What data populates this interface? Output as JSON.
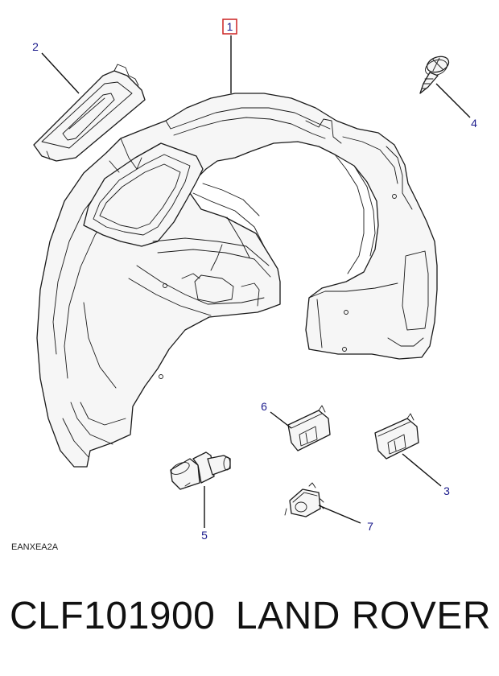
{
  "diagram": {
    "callouts": [
      {
        "id": "1",
        "label": "1",
        "highlighted": true
      },
      {
        "id": "2",
        "label": "2"
      },
      {
        "id": "3",
        "label": "3"
      },
      {
        "id": "4",
        "label": "4"
      },
      {
        "id": "5",
        "label": "5"
      },
      {
        "id": "6",
        "label": "6"
      },
      {
        "id": "7",
        "label": "7"
      }
    ],
    "reference_code": "EANXEA2A",
    "colors": {
      "callout_text": "#1a1a8c",
      "highlight_box": "#cc2222",
      "line": "#1a1a1a"
    }
  },
  "caption": {
    "part_number": "CLF101900",
    "brand": "LAND ROVER"
  }
}
